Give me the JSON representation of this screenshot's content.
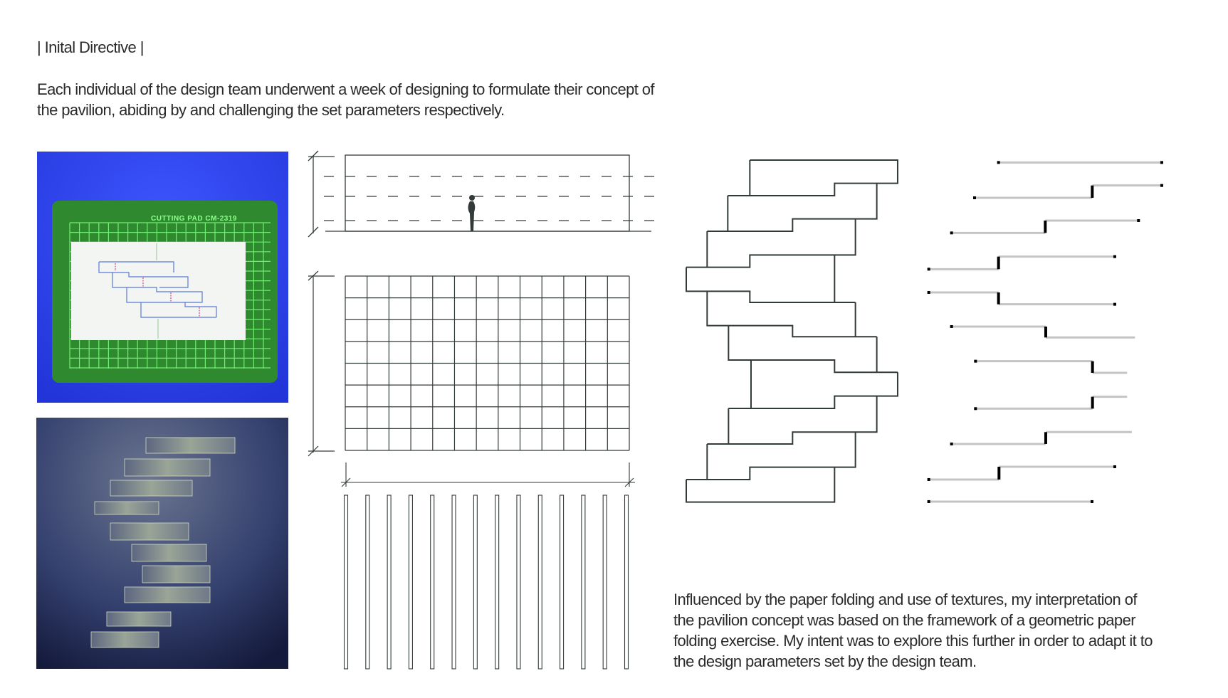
{
  "heading": "| Inital Directive |",
  "intro": {
    "lines": [
      "Each individual of the design team underwent a week of designing to formulate their concept of",
      "the pavilion, abiding by and challenging the set parameters respectively."
    ]
  },
  "photo_cutting_pad": {
    "label": "CUTTING PAD CM-2319"
  },
  "outro": {
    "lines": [
      "Influenced by the paper folding and use of textures, my interpretation of",
      "the pavilion concept was based on the framework of a geometric paper",
      "folding exercise. My intent was to explore this further in order to adapt it to",
      "the design parameters set by the design team."
    ]
  },
  "colors": {
    "photo_bg_blue": "#2a3ff0",
    "pad_green": "#2f8a2f",
    "grid_green": "#7dff7d",
    "drawing_line": "#333a3a",
    "diagram_gray": "#c4c4c4"
  }
}
